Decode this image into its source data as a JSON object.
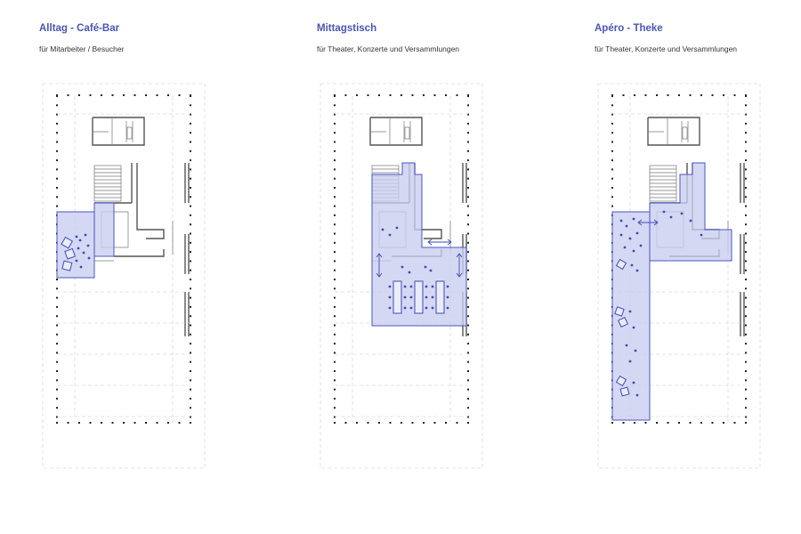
{
  "panels": [
    {
      "title": "Alltag - Café-Bar",
      "subtitle": "für Mitarbeiter / Besucher",
      "accent": "#4a55b8"
    },
    {
      "title": "Mittagstisch",
      "subtitle": "für Theater, Konzerte und Versammlungen",
      "accent": "#4a55b8"
    },
    {
      "title": "Apéro - Theke",
      "subtitle": "für Theater, Konzerte und Versammlungen",
      "accent": "#4a55b8"
    }
  ],
  "colors": {
    "highlight_fill": "#c9cdf0",
    "highlight_stroke": "#4a55c5",
    "text": "#333333"
  }
}
